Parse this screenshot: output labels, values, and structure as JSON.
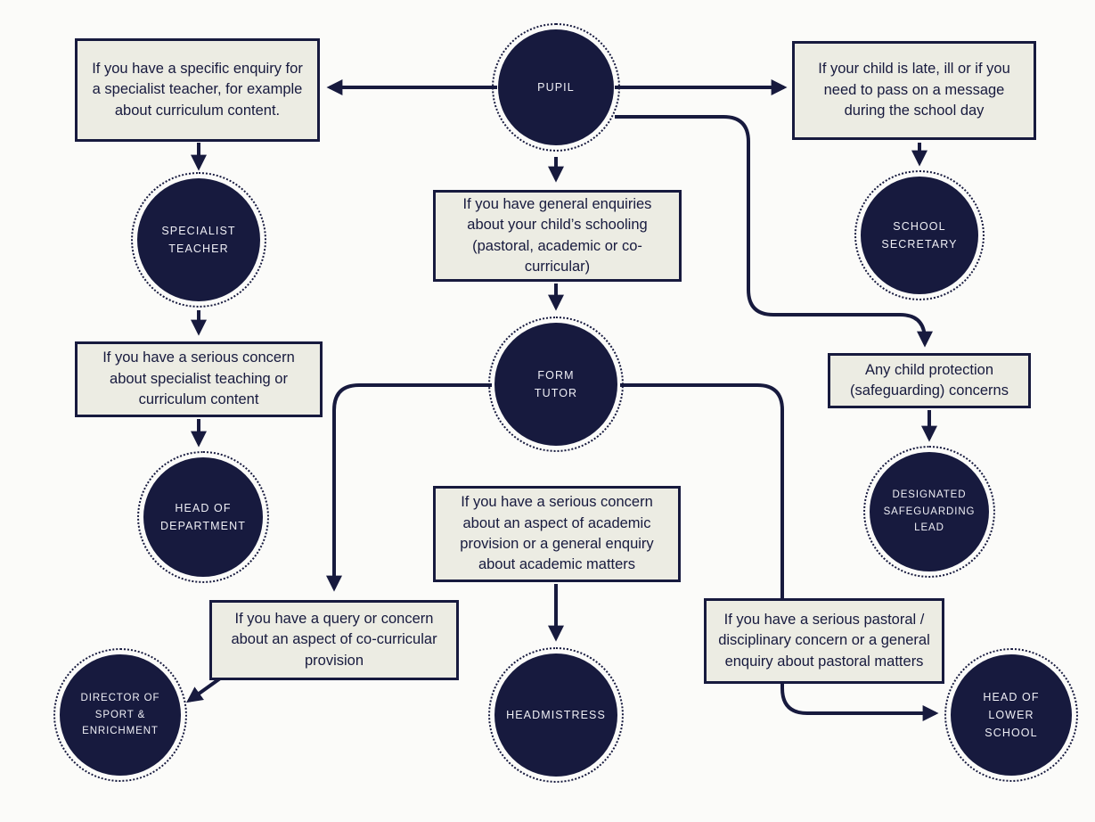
{
  "title": "Who to contact flowchart",
  "colors": {
    "navy": "#171A3E",
    "cream_box": "#ECECE3",
    "background": "#FBFBF9",
    "circle_text": "#EFEFF5"
  },
  "circles": {
    "pupil": {
      "label": "PUPIL"
    },
    "specialist_teacher": {
      "label": "SPECIALIST\nTEACHER"
    },
    "school_secretary": {
      "label": "SCHOOL\nSECRETARY"
    },
    "form_tutor": {
      "label": "FORM\nTUTOR"
    },
    "head_of_department": {
      "label": "HEAD OF\nDEPARTMENT"
    },
    "designated_safeguarding_lead": {
      "label": "DESIGNATED\nSAFEGUARDING\nLEAD"
    },
    "director_of_sport": {
      "label": "DIRECTOR OF\nSPORT &\nENRICHMENT"
    },
    "headmistress": {
      "label": "HEADMISTRESS"
    },
    "head_of_lower_school": {
      "label": "HEAD OF\nLOWER\nSCHOOL"
    }
  },
  "boxes": {
    "specialist_enquiry": {
      "text": "If you have a specific enquiry for a specialist teacher, for example about curriculum content."
    },
    "late_ill_message": {
      "text": "If your child is late, ill or if you need to pass on a message during the school day"
    },
    "general_enquiries": {
      "text": "If you have general enquiries about your child’s schooling (pastoral, academic or co-curricular)"
    },
    "serious_specialist_concern": {
      "text": "If you have a serious concern about specialist teaching or curriculum content"
    },
    "safeguarding": {
      "text": "Any child protection (safeguarding) concerns"
    },
    "academic_concern": {
      "text": "If you have a serious concern about an aspect of academic provision or a general enquiry about academic matters"
    },
    "co_curricular": {
      "text": "If you have a query or concern about an aspect of co-curricular provision"
    },
    "pastoral": {
      "text": "If you have a serious pastoral / disciplinary concern or a general enquiry about pastoral matters"
    }
  }
}
